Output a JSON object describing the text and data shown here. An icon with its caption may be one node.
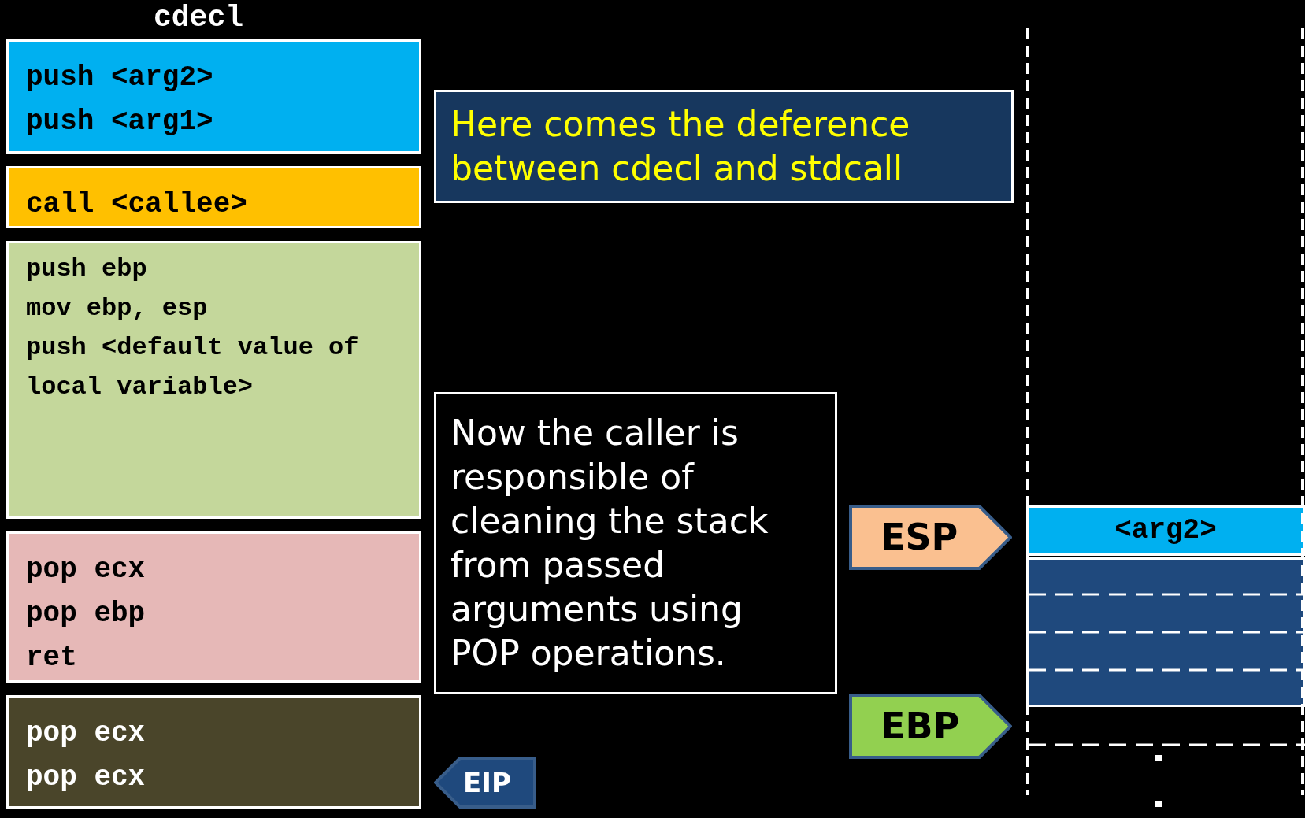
{
  "diagram": {
    "title": "cdecl",
    "nodes": [
      {
        "text": [
          "push <arg2>",
          "push <arg1>"
        ]
      },
      {
        "text": [
          "call <callee>"
        ]
      },
      {
        "text": [
          "push ebp",
          "mov ebp, esp",
          "push <default value of local variable>"
        ]
      },
      {
        "text": [
          "pop ecx",
          "pop ebp",
          "ret"
        ]
      },
      {
        "text": [
          "pop ecx",
          "pop ecx"
        ]
      },
      {
        "text": [
          "Here comes the deference between cdecl and stdcall"
        ]
      },
      {
        "text": [
          "Now the caller is responsible of cleaning the stack from passed arguments using POP operations."
        ]
      },
      {
        "text": [
          "ESP"
        ]
      },
      {
        "text": [
          "EBP"
        ]
      },
      {
        "text": [
          "EIP"
        ]
      },
      {
        "text": [
          "<arg2>"
        ]
      },
      {
        "text": [],
        "shape": "box"
      }
    ],
    "edges": []
  }
}
